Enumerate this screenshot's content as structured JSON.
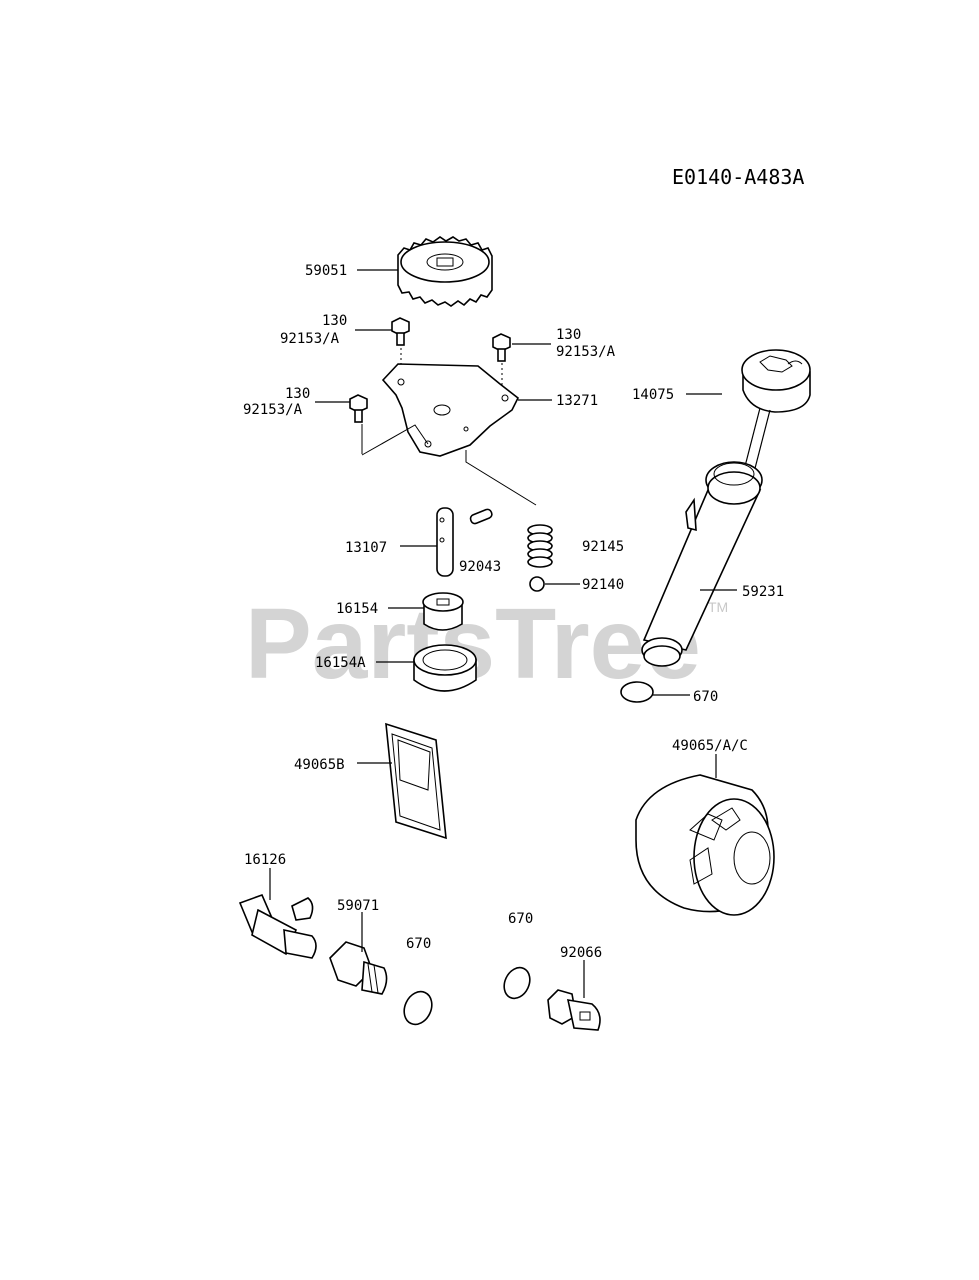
{
  "diagram_code": "E0140-A483A",
  "watermark": {
    "brand": "PartsTree",
    "tm": "TM"
  },
  "labels": {
    "l59051": "59051",
    "l130a": "130",
    "l92153a": "92153/A",
    "l130b": "130",
    "l92153b": "92153/A",
    "l130c": "130",
    "l92153c": "92153/A",
    "l13271": "13271",
    "l14075": "14075",
    "l13107": "13107",
    "l92043": "92043",
    "l92145": "92145",
    "l92140": "92140",
    "l16154": "16154",
    "l16154a": "16154A",
    "l59231": "59231",
    "l670a": "670",
    "l49065b": "49065B",
    "l49065ac": "49065/A/C",
    "l16126": "16126",
    "l59071": "59071",
    "l670b": "670",
    "l670c": "670",
    "l92066": "92066"
  }
}
